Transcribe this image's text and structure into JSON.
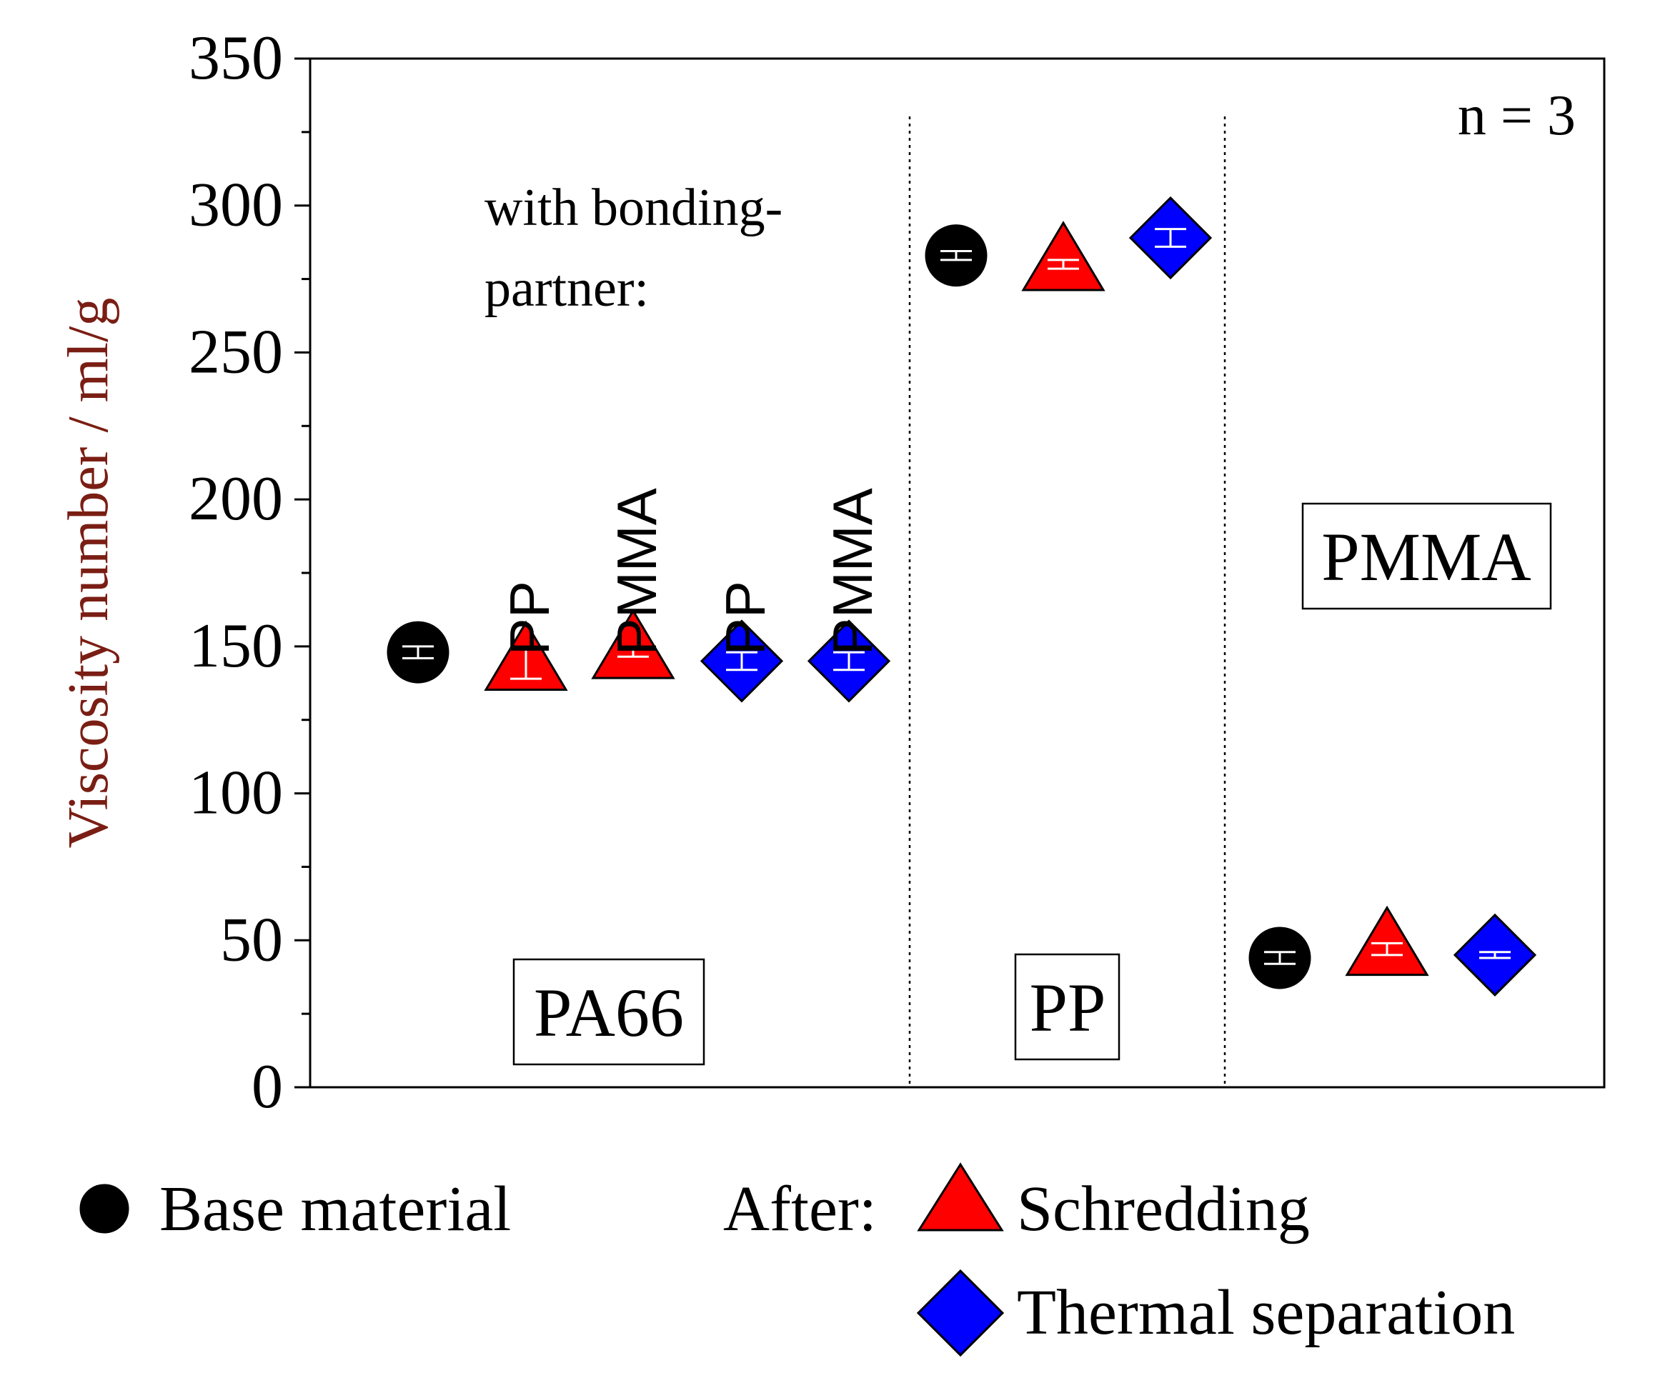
{
  "chart_data": {
    "type": "scatter",
    "ylabel": "Viscosity number / ml/g",
    "ylim": [
      0,
      350
    ],
    "yticks": [
      "0",
      "50",
      "100",
      "150",
      "200",
      "250",
      "300",
      "350"
    ],
    "grid": false,
    "annotation": "n = 3",
    "bonding_partner_label": "with bonding-partner:",
    "bonding_partner_label_lines": [
      "with bonding-",
      "partner:"
    ],
    "groups": [
      {
        "name": "PA66",
        "points": [
          {
            "series": "Base material",
            "partner": "",
            "value": 148,
            "error": 2
          },
          {
            "series": "Schredding",
            "partner": "PP",
            "value": 144,
            "error": 5
          },
          {
            "series": "Schredding",
            "partner": "PMMA",
            "value": 148,
            "error": 1.5
          },
          {
            "series": "Thermal separation",
            "partner": "PP",
            "value": 145,
            "error": 3
          },
          {
            "series": "Thermal separation",
            "partner": "PMMA",
            "value": 145,
            "error": 3
          }
        ]
      },
      {
        "name": "PP",
        "points": [
          {
            "series": "Base material",
            "partner": "",
            "value": 283,
            "error": 1.5
          },
          {
            "series": "Schredding",
            "partner": "",
            "value": 280,
            "error": 1.5
          },
          {
            "series": "Thermal separation",
            "partner": "",
            "value": 289,
            "error": 3
          }
        ]
      },
      {
        "name": "PMMA",
        "points": [
          {
            "series": "Base material",
            "partner": "",
            "value": 44,
            "error": 2
          },
          {
            "series": "Schredding",
            "partner": "",
            "value": 47,
            "error": 2
          },
          {
            "series": "Thermal separation",
            "partner": "",
            "value": 45,
            "error": 1
          }
        ]
      }
    ],
    "legend": {
      "placement": "bottom",
      "after_label": "After:",
      "entries": [
        {
          "name": "Base material",
          "marker": "circle",
          "color": "#000000"
        },
        {
          "name": "Schredding",
          "marker": "triangle",
          "color": "#ff0000"
        },
        {
          "name": "Thermal separation",
          "marker": "diamond",
          "color": "#0000ff"
        }
      ]
    },
    "colors": {
      "Base material": "#000000",
      "Schredding": "#ff0000",
      "Thermal separation": "#0000ff",
      "ylabel": "#7a1e14"
    }
  }
}
